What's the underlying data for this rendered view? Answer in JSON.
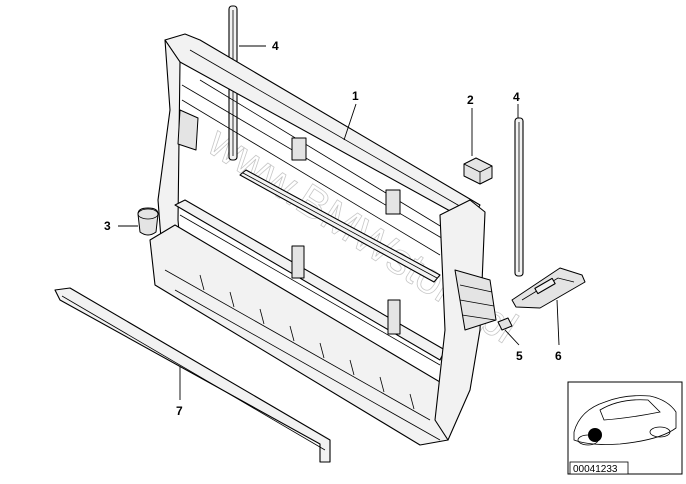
{
  "callouts": [
    {
      "id": "1",
      "label": "1"
    },
    {
      "id": "2",
      "label": "2"
    },
    {
      "id": "3",
      "label": "3"
    },
    {
      "id": "4a",
      "label": "4"
    },
    {
      "id": "4b",
      "label": "4"
    },
    {
      "id": "5",
      "label": "5"
    },
    {
      "id": "6",
      "label": "6"
    },
    {
      "id": "7",
      "label": "7"
    }
  ],
  "watermark": {
    "text": "www.BMWstore.pl"
  },
  "reference": {
    "code": "00041233"
  },
  "colors": {
    "line": "#000000",
    "fill": "#f2f2f2",
    "shade": "#e4e4e4",
    "watermark": "#9a9a9a",
    "marker": "#000000"
  }
}
